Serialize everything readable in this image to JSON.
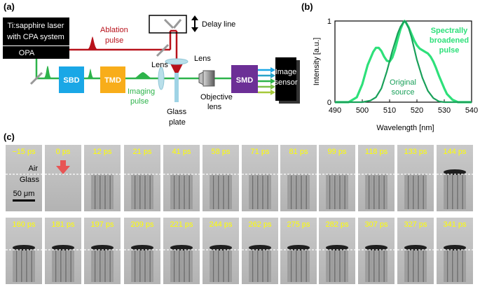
{
  "panels": {
    "a_label": "(a)",
    "b_label": "(b)",
    "c_label": "(c)"
  },
  "setup": {
    "laser_line1": "Ti:sapphire laser",
    "laser_line2": "with CPA system",
    "opa": "OPA",
    "ablation_line1": "Ablation",
    "ablation_line2": "pulse",
    "delay_line": "Delay line",
    "lens_top": "Lens",
    "lens_left": "Lens",
    "sbd": "SBD",
    "tmd": "TMD",
    "imaging_line1": "Imaging",
    "imaging_line2": "pulse",
    "glass_line1": "Glass",
    "glass_line2": "plate",
    "objective_line1": "Objective",
    "objective_line2": "lens",
    "smd": "SMD",
    "sensor_line1": "Image",
    "sensor_line2": "sensor",
    "colors": {
      "ablation": "#b8121b",
      "imaging": "#2db34a",
      "sbd": "#1aa7e6",
      "tmd": "#f8ad1a",
      "smd": "#6c2f96"
    }
  },
  "chart_data": {
    "type": "line",
    "xlabel": "Wavelength [nm]",
    "ylabel": "Intensity [a.u.]",
    "xlim": [
      490,
      540
    ],
    "ylim": [
      0,
      1
    ],
    "x_ticks": [
      "490",
      "500",
      "510",
      "520",
      "530",
      "540"
    ],
    "y_ticks": [
      "0",
      "1"
    ],
    "annotations": {
      "broadened_line1": "Spectrally",
      "broadened_line2": "broadened",
      "broadened_line3": "pulse",
      "original_line1": "Original",
      "original_line2": "source"
    },
    "series": [
      {
        "name": "Spectrally broadened pulse",
        "color": "#2ee07a",
        "x": [
          490,
          495,
          498,
          500,
          502,
          504,
          505,
          506,
          507,
          508,
          509,
          510,
          511,
          512,
          513,
          514,
          515,
          515.5,
          516,
          517,
          518,
          519,
          520,
          521,
          522,
          523,
          524,
          525,
          526,
          527,
          528,
          529,
          530,
          531,
          533,
          535,
          537,
          540
        ],
        "y": [
          0,
          0,
          0.06,
          0.22,
          0.46,
          0.62,
          0.67,
          0.67,
          0.63,
          0.56,
          0.51,
          0.5,
          0.55,
          0.65,
          0.78,
          0.9,
          0.98,
          1.0,
          0.98,
          0.92,
          0.84,
          0.76,
          0.7,
          0.66,
          0.64,
          0.62,
          0.6,
          0.56,
          0.5,
          0.42,
          0.33,
          0.25,
          0.17,
          0.1,
          0.03,
          0,
          0,
          0
        ]
      },
      {
        "name": "Original source",
        "color": "#1aa05a",
        "x": [
          490,
          500,
          503,
          505,
          507,
          509,
          511,
          513,
          514,
          515,
          515.5,
          516,
          517,
          518,
          519,
          520,
          522,
          524,
          526,
          528,
          530,
          540
        ],
        "y": [
          0,
          0,
          0.02,
          0.06,
          0.17,
          0.38,
          0.63,
          0.85,
          0.93,
          0.98,
          1.0,
          0.98,
          0.91,
          0.8,
          0.66,
          0.52,
          0.3,
          0.14,
          0.05,
          0.01,
          0,
          0
        ]
      }
    ]
  },
  "sequence": {
    "air_label": "Air",
    "glass_label": "Glass",
    "scale_label": "50 μm",
    "time_color": "#ffff00",
    "row1": [
      "−15 ps",
      "0 ps",
      "12 ps",
      "21 ps",
      "41 ps",
      "58 ps",
      "71 ps",
      "81 ps",
      "99 ps",
      "118 ps",
      "133 ps",
      "144 ps"
    ],
    "row2": [
      "160 ps",
      "181 ps",
      "197 ps",
      "209 ps",
      "221 ps",
      "244 ps",
      "262 ps",
      "275 ps",
      "282 ps",
      "307 ps",
      "327 ps",
      "341 ps"
    ]
  }
}
